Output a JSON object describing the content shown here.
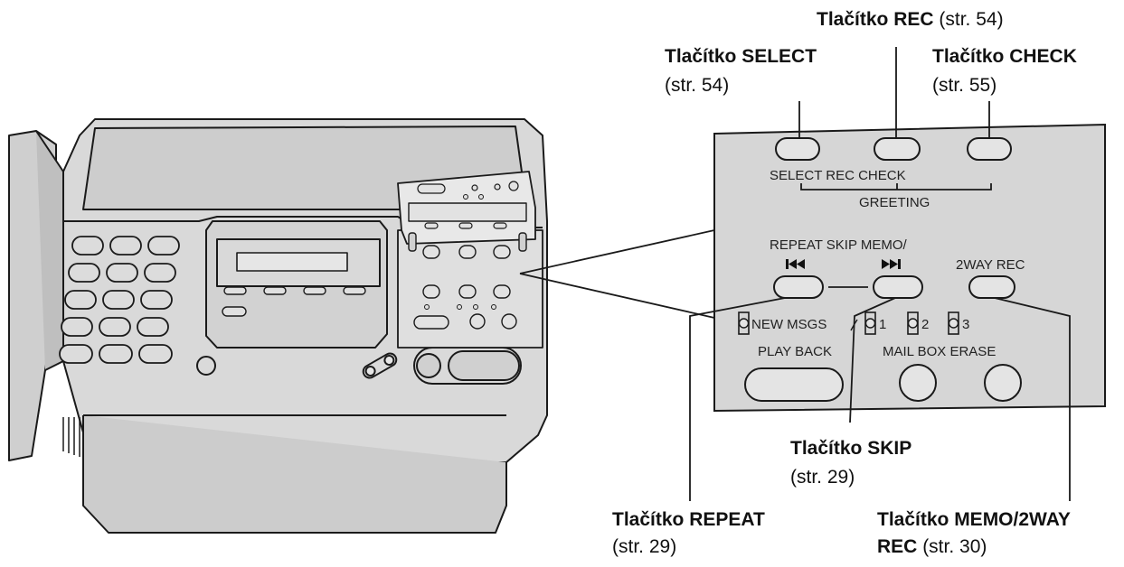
{
  "callouts": {
    "rec": {
      "name": "Tlačítko REC",
      "ref": "(str. 54)"
    },
    "select": {
      "name": "Tlačítko SELECT",
      "ref": "(str. 54)"
    },
    "check": {
      "name": "Tlačítko CHECK",
      "ref": "(str. 55)"
    },
    "skip": {
      "name": "Tlačítko SKIP",
      "ref": "(str. 29)"
    },
    "repeat": {
      "name": "Tlačítko REPEAT",
      "ref": "(str. 29)"
    },
    "memo": {
      "name_line1": "Tlačítko MEMO/2WAY",
      "name_line2": "REC",
      "ref": "(str. 30)"
    }
  },
  "panel": {
    "select_rec_check": "SELECT REC CHECK",
    "greeting": "GREETING",
    "repeat_skip_memo": "REPEAT SKIP MEMO/",
    "twoway_rec": "2WAY REC",
    "new_msgs": "NEW MSGS",
    "mailbox_1": "1",
    "mailbox_2": "2",
    "mailbox_3": "3",
    "play_back": "PLAY BACK",
    "mail_box_erase": "MAIL BOX ERASE"
  },
  "colors": {
    "panel_fill": "#d6d6d6",
    "device_fill": "#d9d9d9",
    "device_dark": "#bdbdbd",
    "stroke": "#1a1a1a"
  }
}
